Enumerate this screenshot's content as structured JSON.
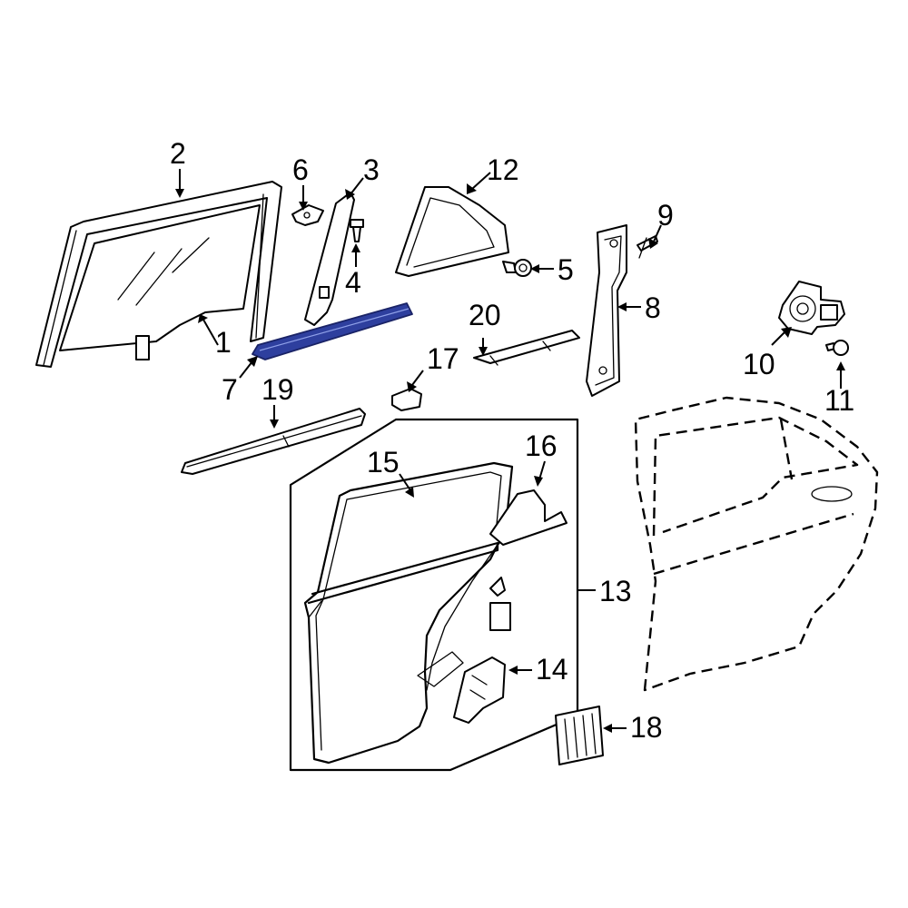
{
  "callouts": [
    {
      "id": "1",
      "label": "1"
    },
    {
      "id": "2",
      "label": "2"
    },
    {
      "id": "3",
      "label": "3"
    },
    {
      "id": "4",
      "label": "4"
    },
    {
      "id": "5",
      "label": "5"
    },
    {
      "id": "6",
      "label": "6"
    },
    {
      "id": "7",
      "label": "7"
    },
    {
      "id": "8",
      "label": "8"
    },
    {
      "id": "9",
      "label": "9"
    },
    {
      "id": "10",
      "label": "10"
    },
    {
      "id": "11",
      "label": "11"
    },
    {
      "id": "12",
      "label": "12"
    },
    {
      "id": "13",
      "label": "13"
    },
    {
      "id": "14",
      "label": "14"
    },
    {
      "id": "15",
      "label": "15"
    },
    {
      "id": "16",
      "label": "16"
    },
    {
      "id": "17",
      "label": "17"
    },
    {
      "id": "18",
      "label": "18"
    },
    {
      "id": "19",
      "label": "19"
    },
    {
      "id": "20",
      "label": "20"
    }
  ],
  "highlighted_part": "7",
  "colors": {
    "line": "#000000",
    "highlight": "#2e3f9e",
    "background": "#ffffff"
  }
}
